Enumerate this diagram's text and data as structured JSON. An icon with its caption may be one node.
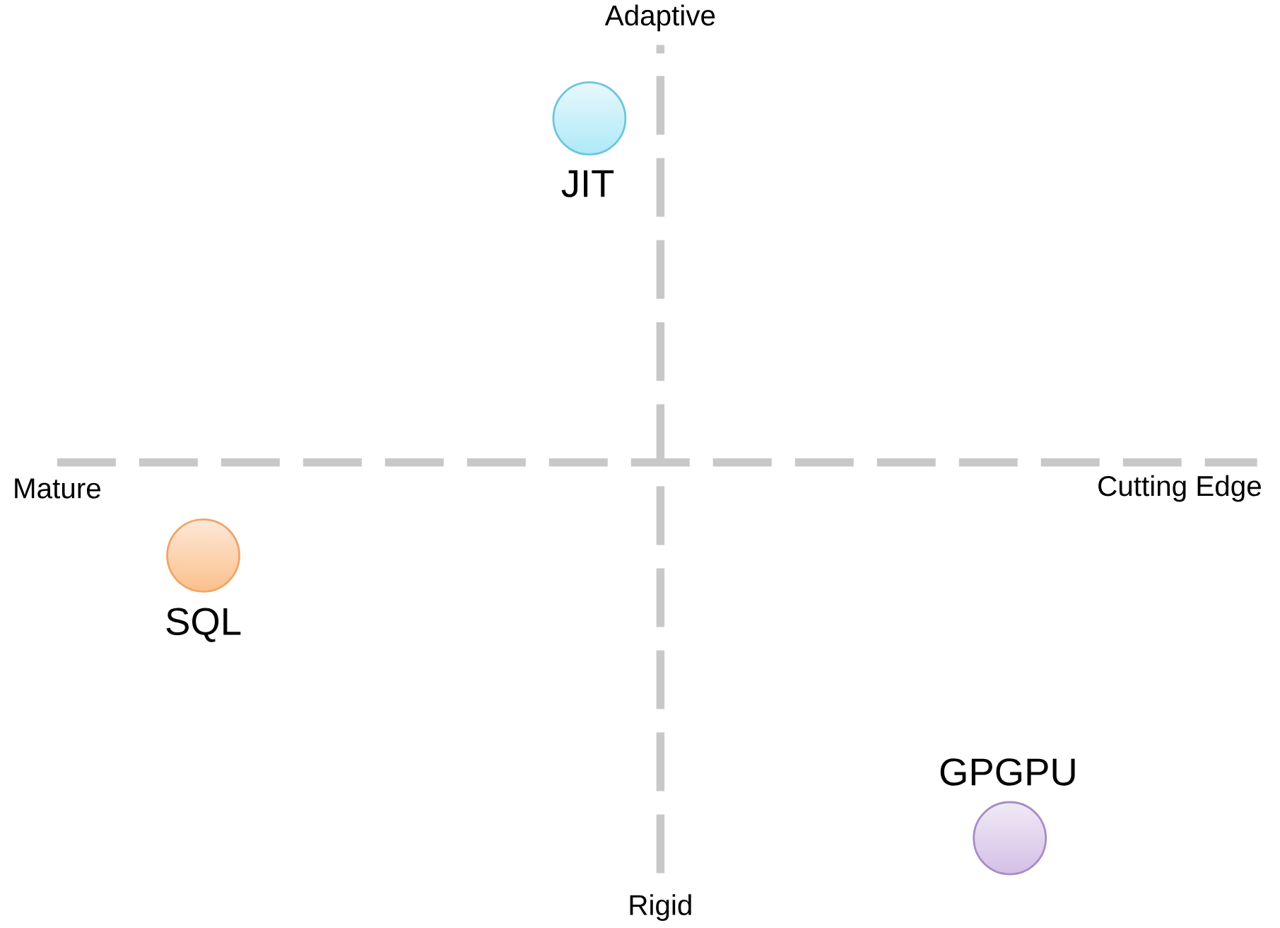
{
  "diagram": {
    "nodes": [
      {
        "text": [
          "JIT"
        ]
      },
      {
        "text": [
          "SQL"
        ]
      },
      {
        "text": [
          "GPGPU"
        ]
      }
    ],
    "labels": [
      "Adaptive",
      "Mature",
      "Cutting Edge",
      "Rigid"
    ]
  }
}
